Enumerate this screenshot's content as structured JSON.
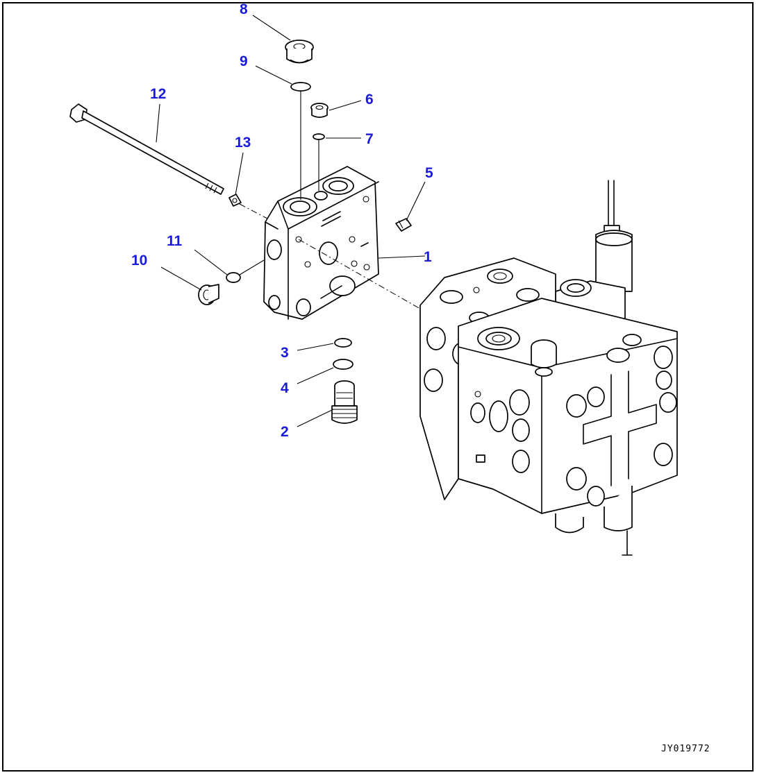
{
  "drawing": {
    "code": "JY019772",
    "callout_color": "#1a1adb"
  },
  "callouts": [
    {
      "id": "1",
      "label": "1"
    },
    {
      "id": "2",
      "label": "2"
    },
    {
      "id": "3",
      "label": "3"
    },
    {
      "id": "4",
      "label": "4"
    },
    {
      "id": "5",
      "label": "5"
    },
    {
      "id": "6",
      "label": "6"
    },
    {
      "id": "7",
      "label": "7"
    },
    {
      "id": "8",
      "label": "8"
    },
    {
      "id": "9",
      "label": "9"
    },
    {
      "id": "10",
      "label": "10"
    },
    {
      "id": "11",
      "label": "11"
    },
    {
      "id": "12",
      "label": "12"
    },
    {
      "id": "13",
      "label": "13"
    }
  ]
}
